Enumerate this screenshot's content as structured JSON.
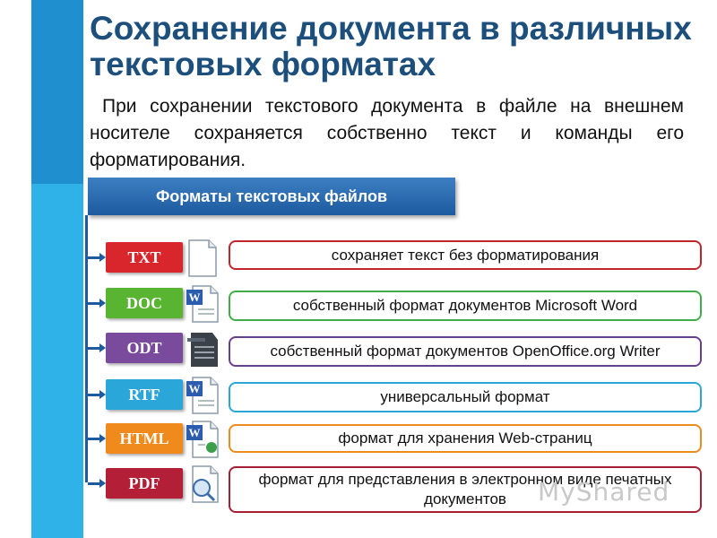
{
  "title": "Сохранение документа в различных текстовых форматах",
  "intro": "При сохранении текстового документа в файле на внешнем носителе сохраняется собственно текст и команды его форматирования.",
  "header": "Форматы текстовых файлов",
  "formats": [
    {
      "label": "TXT",
      "description": "сохраняет текст без форматирования",
      "badge_color": "#d9262c",
      "border_color": "#c0262c",
      "icon": "plain-text-file-icon"
    },
    {
      "label": "DOC",
      "description": "собственный формат документов Microsoft Word",
      "badge_color": "#58b431",
      "border_color": "#3fae49",
      "icon": "word-document-icon"
    },
    {
      "label": "ODT",
      "description": "собственный формат документов OpenOffice.org Writer",
      "badge_color": "#7a4a9c",
      "border_color": "#6b3f8f",
      "icon": "openoffice-writer-icon"
    },
    {
      "label": "RTF",
      "description": "универсальный формат",
      "badge_color": "#2aa6d9",
      "border_color": "#2aa6d9",
      "icon": "rtf-document-icon"
    },
    {
      "label": "HTML",
      "description": "формат для хранения Web-страниц",
      "badge_color": "#f08a1c",
      "border_color": "#ef8a1c",
      "icon": "html-document-icon"
    },
    {
      "label": "PDF",
      "description": "формат для представления в электронном виде печатных документов",
      "badge_color": "#b41f38",
      "border_color": "#a51f35",
      "icon": "pdf-document-icon"
    }
  ],
  "watermark": "MyShared"
}
